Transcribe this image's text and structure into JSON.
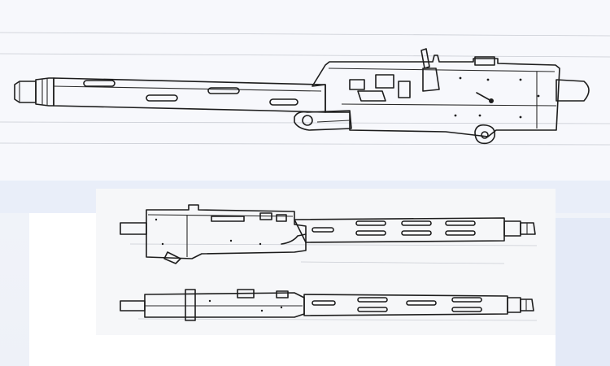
{
  "figure": {
    "views": [
      {
        "id": "top",
        "description_name": "gun-side-view-large"
      },
      {
        "id": "middle",
        "description_name": "gun-side-view-small-left"
      },
      {
        "id": "bottom",
        "description_name": "gun-top-view-small"
      }
    ]
  },
  "colors": {
    "ink": "#1d1d1d",
    "paper": "#ffffff",
    "scan_tint": "#e9eef9"
  }
}
